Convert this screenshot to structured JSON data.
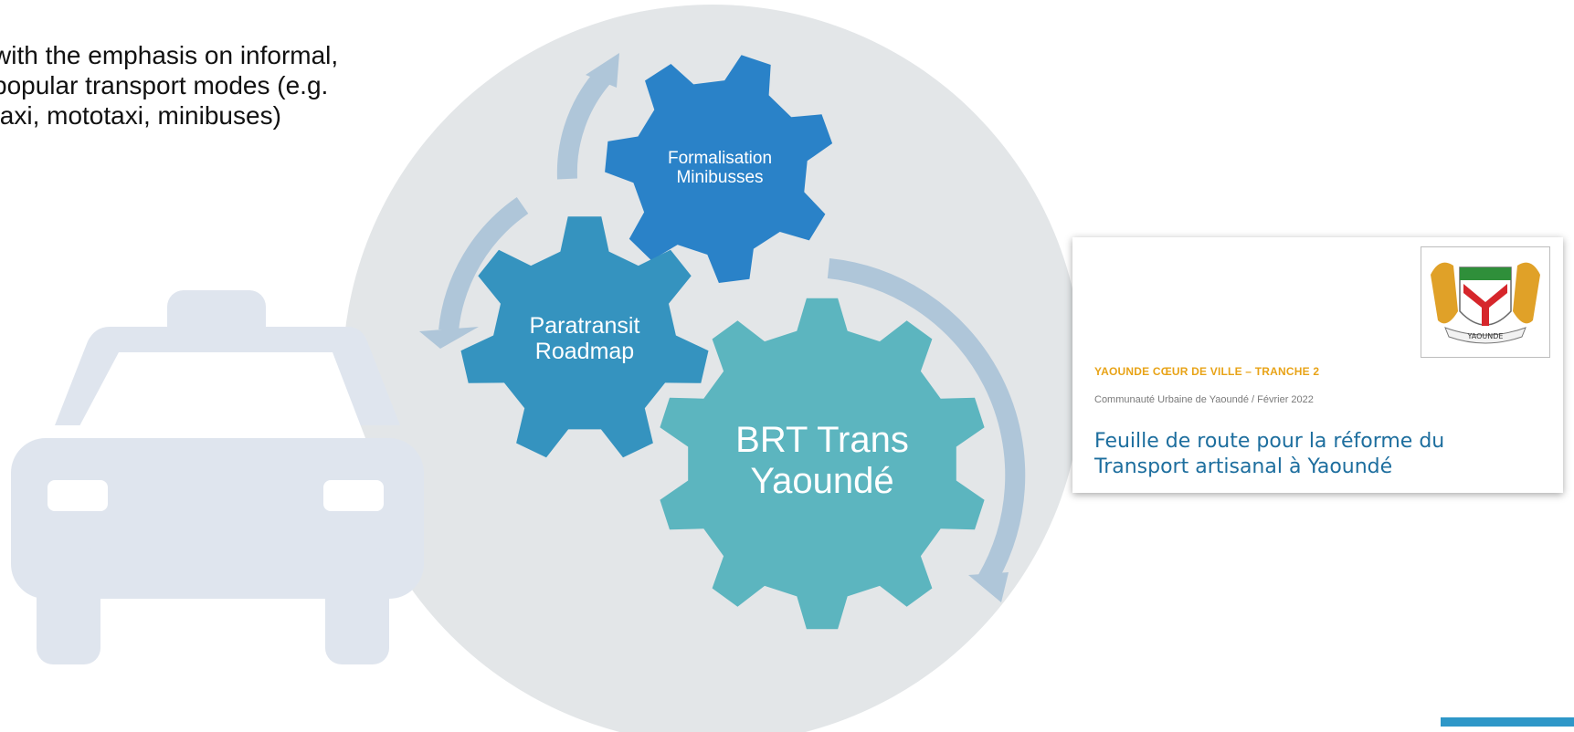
{
  "intro": {
    "lines": [
      "with the emphasis on informal,",
      "popular transport modes (e.g.",
      "taxi, mototaxi, minibuses)"
    ]
  },
  "gears": {
    "formalisation": {
      "line1": "Formalisation",
      "line2": "Minibusses",
      "color": "#2a82c8"
    },
    "paratransit": {
      "line1": "Paratransit",
      "line2": "Roadmap",
      "color": "#3593bf"
    },
    "brt": {
      "line1": "BRT Trans",
      "line2": "Yaoundé",
      "color": "#5cb5bf"
    }
  },
  "document": {
    "kicker": "YAOUNDE CŒUR DE VILLE – TRANCHE 2",
    "subtitle": "Communauté Urbaine de Yaoundé / Février 2022",
    "title_line1": "Feuille de route pour la réforme du",
    "title_line2": "Transport artisanal à Yaoundé",
    "crest_text": "YAOUNDE"
  },
  "colors": {
    "big_circle": "#e3e6e8",
    "taxi": "#dfe5ee",
    "arrows": "#afc6d9",
    "accent_bar": "#2e97c8"
  },
  "icons": [
    "taxi-icon",
    "gear-icon",
    "cycle-arrow-icon",
    "crest-icon"
  ]
}
